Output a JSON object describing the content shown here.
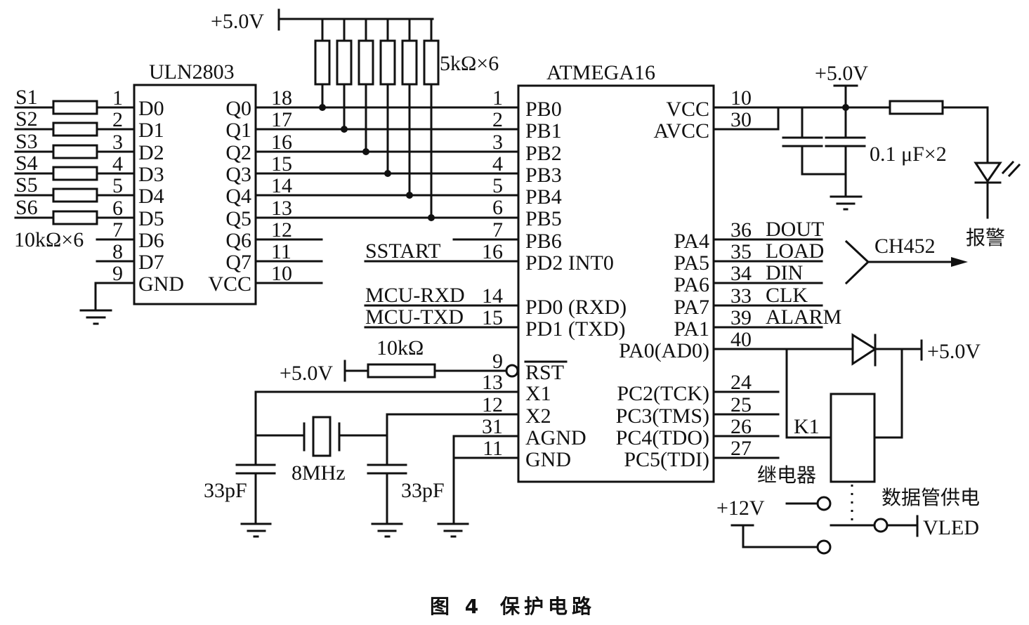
{
  "figure": {
    "caption_number": "图 4",
    "caption_title": "保护电路"
  },
  "supplies": {
    "top_rail": "+5.0V",
    "mcu_vcc_rail": "+5.0V",
    "reset_rail": "+5.0V",
    "diode_rail": "+5.0V",
    "relay_supply": "+12V",
    "vled": "VLED"
  },
  "uln2803": {
    "name": "ULN2803",
    "inputs": [
      {
        "signal": "S1",
        "pin": "1",
        "label": "D0"
      },
      {
        "signal": "S2",
        "pin": "2",
        "label": "D1"
      },
      {
        "signal": "S3",
        "pin": "3",
        "label": "D2"
      },
      {
        "signal": "S4",
        "pin": "4",
        "label": "D3"
      },
      {
        "signal": "S5",
        "pin": "5",
        "label": "D4"
      },
      {
        "signal": "S6",
        "pin": "6",
        "label": "D5"
      },
      {
        "signal": "",
        "pin": "7",
        "label": "D6"
      },
      {
        "signal": "",
        "pin": "8",
        "label": "D7"
      },
      {
        "signal": "",
        "pin": "9",
        "label": "GND"
      }
    ],
    "outputs": [
      {
        "pin": "18",
        "label": "Q0"
      },
      {
        "pin": "17",
        "label": "Q1"
      },
      {
        "pin": "16",
        "label": "Q2"
      },
      {
        "pin": "15",
        "label": "Q3"
      },
      {
        "pin": "14",
        "label": "Q4"
      },
      {
        "pin": "13",
        "label": "Q5"
      },
      {
        "pin": "12",
        "label": "Q6"
      },
      {
        "pin": "11",
        "label": "Q7"
      },
      {
        "pin": "10",
        "label": "VCC"
      }
    ],
    "input_resistors": "10kΩ×6"
  },
  "pullups": {
    "label": "5kΩ×6"
  },
  "atmega16": {
    "name": "ATMEGA16",
    "left_pins": [
      {
        "pin": "1",
        "label": "PB0"
      },
      {
        "pin": "2",
        "label": "PB1"
      },
      {
        "pin": "3",
        "label": "PB2"
      },
      {
        "pin": "4",
        "label": "PB3"
      },
      {
        "pin": "5",
        "label": "PB4"
      },
      {
        "pin": "6",
        "label": "PB5"
      },
      {
        "pin": "7",
        "label": "PB6"
      },
      {
        "pin": "16",
        "label": "PD2 INT0",
        "net": "SSTART"
      },
      {
        "pin": "14",
        "label": "PD0 (RXD)",
        "net": "MCU-RXD"
      },
      {
        "pin": "15",
        "label": "PD1 (TXD)",
        "net": "MCU-TXD"
      },
      {
        "pin": "9",
        "label": "RST"
      },
      {
        "pin": "13",
        "label": "X1"
      },
      {
        "pin": "12",
        "label": "X2"
      },
      {
        "pin": "31",
        "label": "AGND"
      },
      {
        "pin": "11",
        "label": "GND"
      }
    ],
    "right_pins": [
      {
        "pin": "10",
        "label": "VCC"
      },
      {
        "pin": "30",
        "label": "AVCC"
      },
      {
        "pin": "36",
        "label": "PA4",
        "net": "DOUT"
      },
      {
        "pin": "35",
        "label": "PA5",
        "net": "LOAD"
      },
      {
        "pin": "34",
        "label": "PA6",
        "net": "DIN"
      },
      {
        "pin": "33",
        "label": "PA7",
        "net": "CLK"
      },
      {
        "pin": "39",
        "label": "PA1",
        "net": "ALARM"
      },
      {
        "pin": "40",
        "label": "PA0(AD0)"
      },
      {
        "pin": "24",
        "label": "PC2(TCK)"
      },
      {
        "pin": "25",
        "label": "PC3(TMS)"
      },
      {
        "pin": "26",
        "label": "PC4(TDO)"
      },
      {
        "pin": "27",
        "label": "PC5(TDI)"
      }
    ]
  },
  "components": {
    "decoupling": "0.1 μF×2",
    "reset_resistor": "10kΩ",
    "crystal": "8MHz",
    "xtal_cap_left": "33pF",
    "xtal_cap_right": "33pF",
    "bus_target": "CH452",
    "alarm_led": "报警",
    "relay_ref": "K1",
    "relay_name": "继电器",
    "relay_note": "数据管供电"
  }
}
